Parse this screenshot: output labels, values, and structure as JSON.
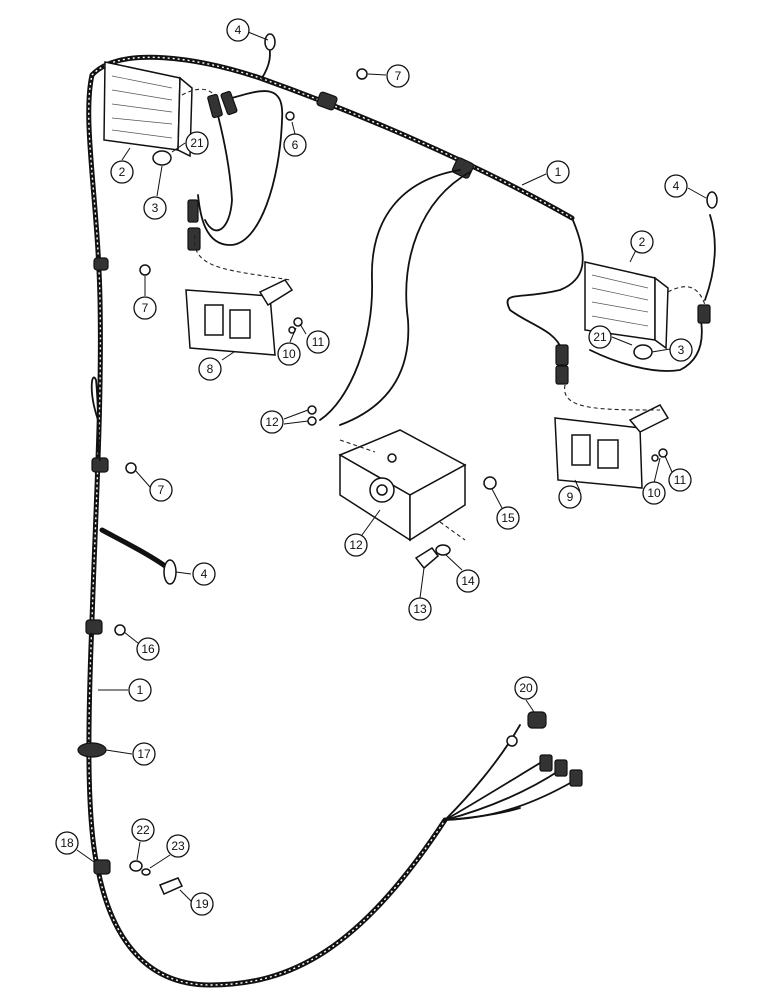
{
  "callouts": [
    {
      "id": "c-4-top",
      "label": "4"
    },
    {
      "id": "c-7-top",
      "label": "7"
    },
    {
      "id": "c-6",
      "label": "6"
    },
    {
      "id": "c-21-left",
      "label": "21"
    },
    {
      "id": "c-2-left",
      "label": "2"
    },
    {
      "id": "c-3-left",
      "label": "3"
    },
    {
      "id": "c-1-top",
      "label": "1"
    },
    {
      "id": "c-4-right",
      "label": "4"
    },
    {
      "id": "c-2-right",
      "label": "2"
    },
    {
      "id": "c-7-mid",
      "label": "7"
    },
    {
      "id": "c-10-left",
      "label": "10"
    },
    {
      "id": "c-11-left",
      "label": "11"
    },
    {
      "id": "c-8",
      "label": "8"
    },
    {
      "id": "c-21-right",
      "label": "21"
    },
    {
      "id": "c-3-right",
      "label": "3"
    },
    {
      "id": "c-12-top",
      "label": "12"
    },
    {
      "id": "c-7-low",
      "label": "7"
    },
    {
      "id": "c-9",
      "label": "9"
    },
    {
      "id": "c-10-right",
      "label": "10"
    },
    {
      "id": "c-11-right",
      "label": "11"
    },
    {
      "id": "c-15",
      "label": "15"
    },
    {
      "id": "c-12-bottom",
      "label": "12"
    },
    {
      "id": "c-4-left",
      "label": "4"
    },
    {
      "id": "c-14",
      "label": "14"
    },
    {
      "id": "c-13",
      "label": "13"
    },
    {
      "id": "c-16",
      "label": "16"
    },
    {
      "id": "c-1-left",
      "label": "1"
    },
    {
      "id": "c-20",
      "label": "20"
    },
    {
      "id": "c-17",
      "label": "17"
    },
    {
      "id": "c-22",
      "label": "22"
    },
    {
      "id": "c-23",
      "label": "23"
    },
    {
      "id": "c-18",
      "label": "18"
    },
    {
      "id": "c-19",
      "label": "19"
    }
  ]
}
